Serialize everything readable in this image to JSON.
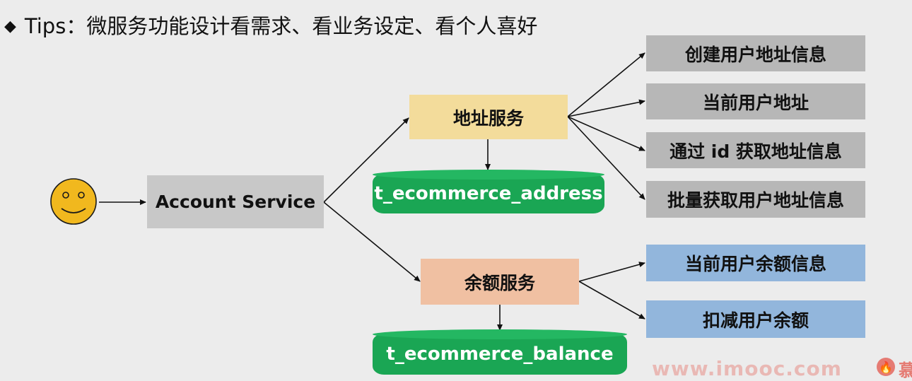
{
  "tips": {
    "bullet": "◆",
    "text": "Tips：微服务功能设计看需求、看业务设定、看个人喜好"
  },
  "diagram": {
    "account_service": "Account Service",
    "address_service": "地址服务",
    "balance_service": "余额服务",
    "address_db": "t_ecommerce_address",
    "balance_db": "t_ecommerce_balance",
    "address_functions": [
      "创建用户地址信息",
      "当前用户地址",
      "通过 id 获取地址信息",
      "批量获取用户地址信息"
    ],
    "balance_functions": [
      "当前用户余额信息",
      "扣减用户余额"
    ],
    "user_icon": "smiley-face-icon"
  },
  "watermark": {
    "text": "www.imooc.com",
    "tail": "慕"
  },
  "colors": {
    "address_service": "#f3dc9b",
    "balance_service": "#f0c0a2",
    "address_functions": "#b7b7b7",
    "balance_functions": "#92b6dc",
    "database": "#1aa654",
    "account_service": "#c8c8c8"
  }
}
